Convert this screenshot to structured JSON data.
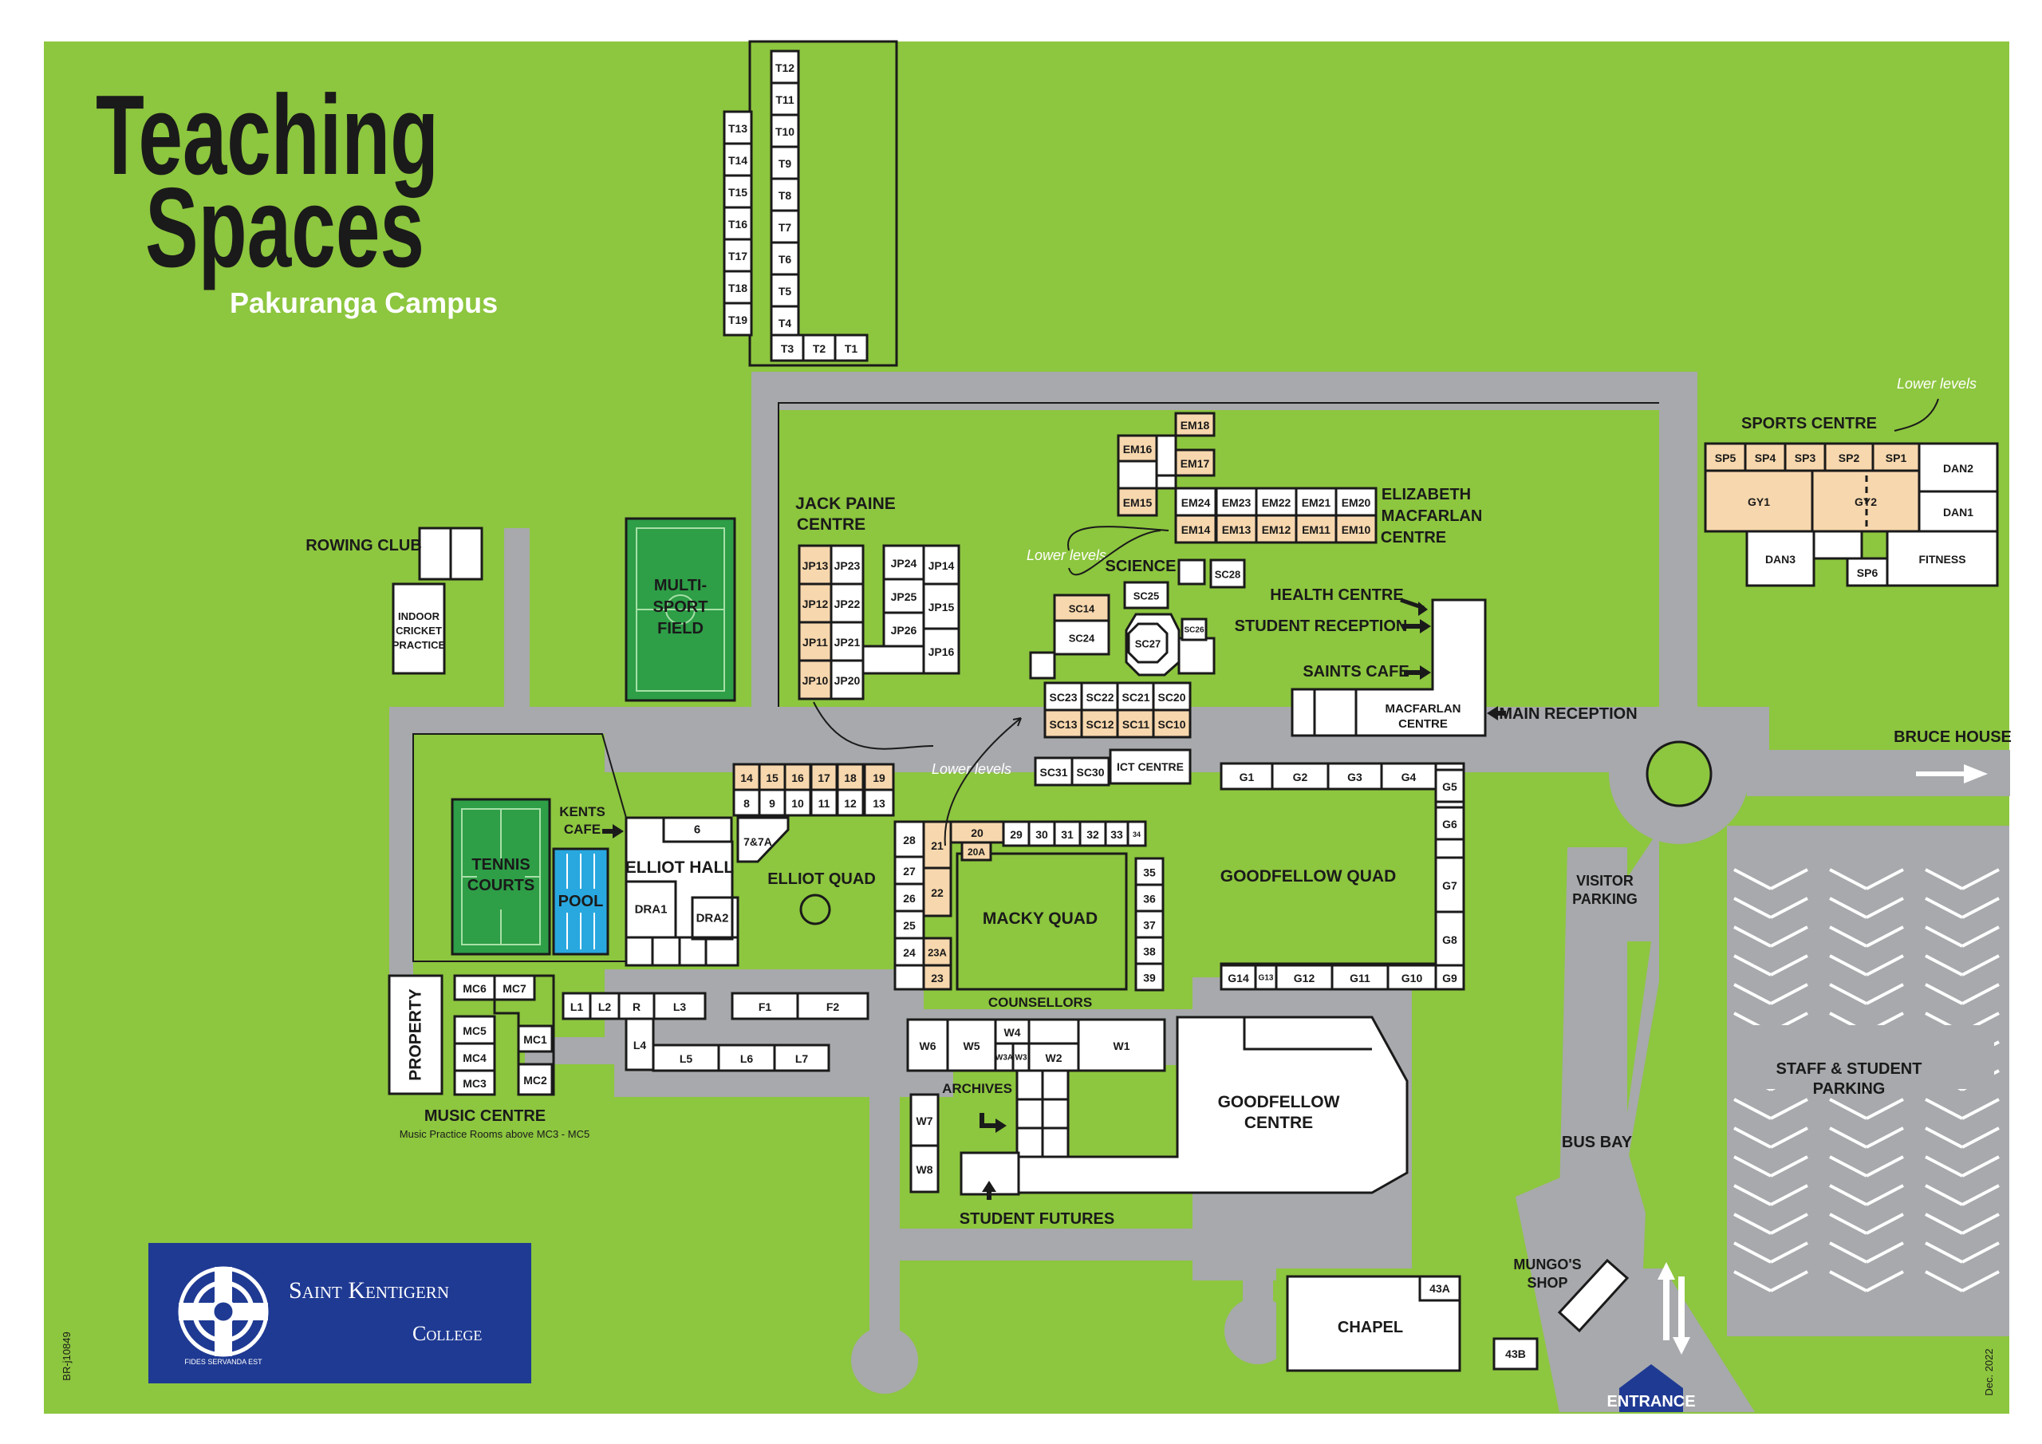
{
  "header": {
    "title_line1": "Teaching",
    "title_line2": "Spaces",
    "subtitle": "Pakuranga Campus"
  },
  "logo": {
    "name_line1": "Saint Kentigern",
    "name_line2": "College",
    "motto": "FIDES SERVANDA EST"
  },
  "codes": {
    "ref": "BR-j10849",
    "date": "Dec. 2022"
  },
  "colors": {
    "grass": "#8dc63f",
    "road": "#a7a9ac",
    "lower_level_room": "#f7d7ad",
    "court_green": "#2e9e47",
    "pool_blue": "#29a8e0",
    "logo_navy": "#1f3a93"
  },
  "labels": {
    "rowing_club": "ROWING CLUB",
    "indoor_cricket": [
      "INDOOR",
      "CRICKET",
      "PRACTICE"
    ],
    "multi_sport": [
      "MULTI-",
      "SPORT",
      "FIELD"
    ],
    "jack_paine": [
      "JACK PAINE",
      "CENTRE"
    ],
    "elizabeth": [
      "ELIZABETH",
      "MACFARLAN",
      "CENTRE"
    ],
    "science": "SCIENCE",
    "lower_levels": "Lower levels",
    "sports_centre": "SPORTS CENTRE",
    "health_centre": "HEALTH CENTRE",
    "student_reception": "STUDENT RECEPTION",
    "saints_cafe": "SAINTS CAFE",
    "main_reception": "MAIN RECEPTION",
    "macfarlan_centre": [
      "MACFARLAN",
      "CENTRE"
    ],
    "bruce_house": "BRUCE HOUSE",
    "visitor_parking": [
      "VISITOR",
      "PARKING"
    ],
    "staff_parking": [
      "STAFF & STUDENT",
      "PARKING"
    ],
    "bus_bay": "BUS BAY",
    "mungos_shop": [
      "MUNGO'S",
      "SHOP"
    ],
    "entrance": "ENTRANCE",
    "chapel": "CHAPEL",
    "goodfellow_centre": [
      "GOODFELLOW",
      "CENTRE"
    ],
    "goodfellow_quad": "GOODFELLOW QUAD",
    "macky_quad": "MACKY QUAD",
    "elliot_quad": "ELLIOT QUAD",
    "elliot_hall": "ELLIOT HALL",
    "kents_cafe": [
      "KENTS",
      "CAFE"
    ],
    "tennis_courts": [
      "TENNIS",
      "COURTS"
    ],
    "pool": "POOL",
    "property": "PROPERTY",
    "music_centre": "MUSIC CENTRE",
    "music_note": "Music Practice Rooms above MC3 - MC5",
    "counsellors": "COUNSELLORS",
    "archives": "ARCHIVES",
    "student_futures": "STUDENT FUTURES",
    "ict_centre": "ICT CENTRE"
  },
  "rooms": {
    "t": [
      "T12",
      "T11",
      "T10",
      "T9",
      "T8",
      "T7",
      "T6",
      "T5",
      "T4",
      "T13",
      "T14",
      "T15",
      "T16",
      "T17",
      "T18",
      "T19",
      "T3",
      "T2",
      "T1"
    ],
    "jp": [
      "JP13",
      "JP23",
      "JP12",
      "JP22",
      "JP11",
      "JP21",
      "JP10",
      "JP20",
      "JP24",
      "JP25",
      "JP26",
      "JP14",
      "JP15",
      "JP16"
    ],
    "em": [
      "EM18",
      "EM16",
      "EM17",
      "EM15",
      "EM24",
      "EM23",
      "EM22",
      "EM21",
      "EM20",
      "EM14",
      "EM13",
      "EM12",
      "EM11",
      "EM10"
    ],
    "sc": [
      "SC28",
      "SC25",
      "SC14",
      "SC24",
      "SC27",
      "SC26",
      "SC23",
      "SC22",
      "SC21",
      "SC20",
      "SC13",
      "SC12",
      "SC11",
      "SC10",
      "SC31",
      "SC30"
    ],
    "sp": [
      "SP5",
      "SP4",
      "SP3",
      "SP2",
      "SP1",
      "DAN2",
      "GY1",
      "GY2",
      "DAN1",
      "DAN3",
      "SP6",
      "FITNESS"
    ],
    "num": [
      "14",
      "15",
      "16",
      "17",
      "18",
      "19",
      "8",
      "9",
      "10",
      "11",
      "12",
      "13",
      "6",
      "7&7A",
      "28",
      "21",
      "20",
      "20A",
      "29",
      "30",
      "31",
      "32",
      "33",
      "34",
      "27",
      "22",
      "26",
      "25",
      "24",
      "23A",
      "23",
      "35",
      "36",
      "37",
      "38",
      "39"
    ],
    "g": [
      "G1",
      "G2",
      "G3",
      "G4",
      "G5",
      "G6",
      "G7",
      "G8",
      "G9",
      "G10",
      "G11",
      "G12",
      "G13",
      "G14"
    ],
    "eh": [
      "DRA1",
      "DRA2"
    ],
    "mc": [
      "MC6",
      "MC7",
      "MC5",
      "MC4",
      "MC3",
      "MC1",
      "MC2"
    ],
    "l": [
      "L1",
      "L2",
      "R",
      "L3",
      "L4",
      "L5",
      "L6",
      "L7",
      "F1",
      "F2"
    ],
    "w": [
      "W6",
      "W5",
      "W4",
      "W3A",
      "W3",
      "W2",
      "W1",
      "W7",
      "W8"
    ],
    "misc": [
      "43A",
      "43B"
    ]
  }
}
